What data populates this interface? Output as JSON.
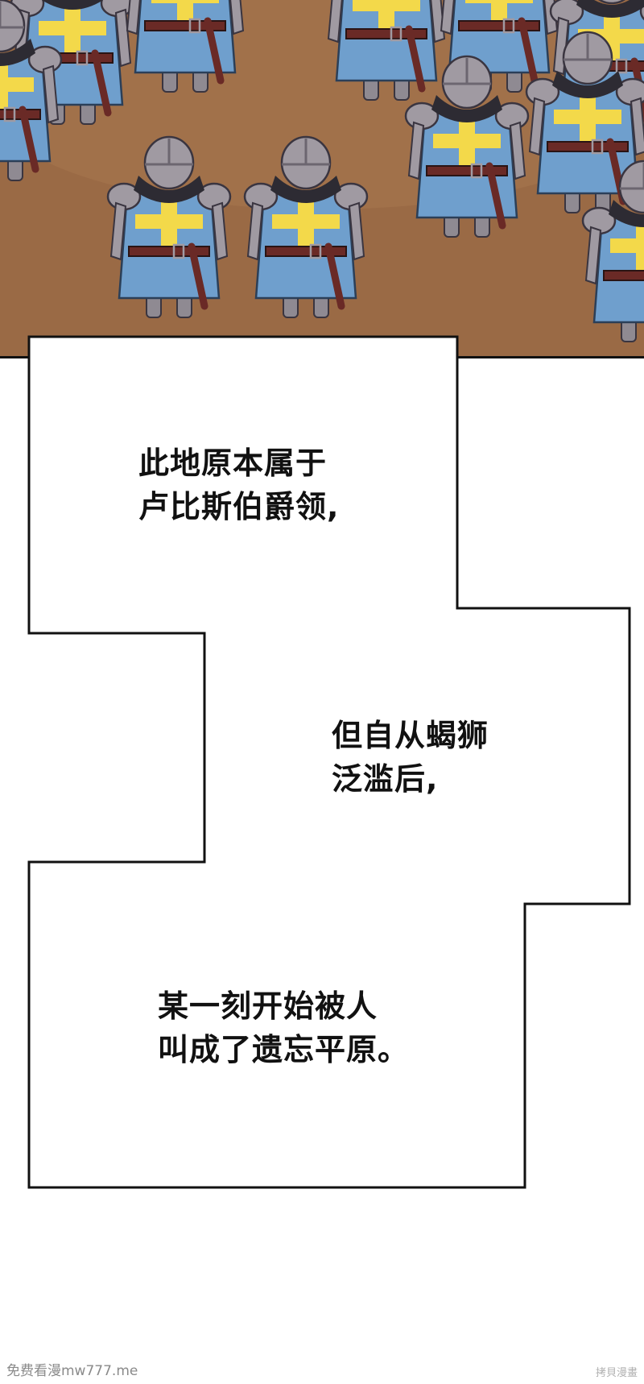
{
  "captions": {
    "panel1": {
      "line1": "此地原本属于",
      "line2": "卢比斯伯爵领,"
    },
    "panel2": {
      "line1": "但自从蝎狮",
      "line2": "泛滥后,"
    },
    "panel3": {
      "line1": "某一刻开始被人",
      "line2": "叫成了遗忘平原。"
    }
  },
  "watermarks": {
    "left": "免费看漫mw777.me",
    "right": "拷貝漫畫"
  },
  "colors": {
    "ground": "#9a6a45",
    "tabard": "#6f9fcd",
    "cross": "#f3d94a",
    "armor": "#a09aa2",
    "scarf": "#2d2b33",
    "belt": "#6a2a26"
  }
}
